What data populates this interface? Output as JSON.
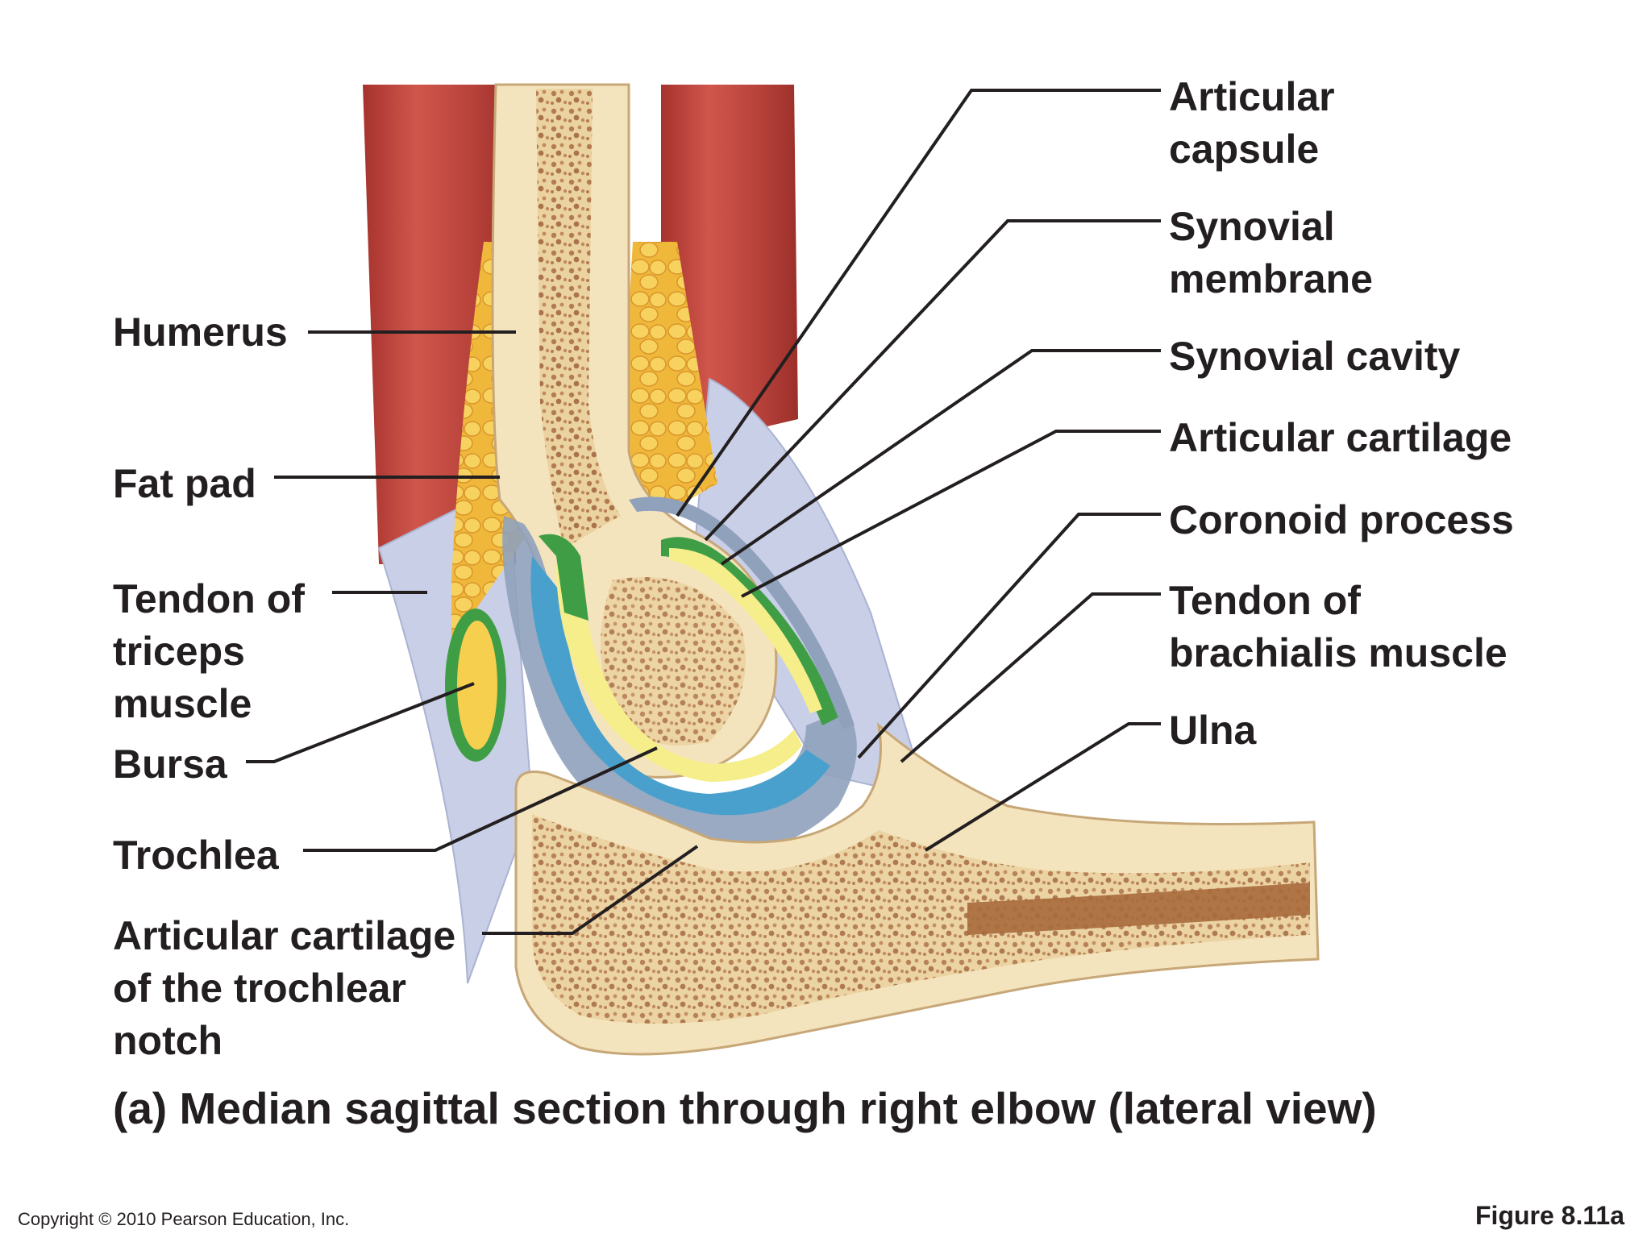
{
  "labels_left": {
    "humerus": "Humerus",
    "fat_pad": "Fat pad",
    "tendon_triceps": [
      "Tendon of",
      "triceps",
      "muscle"
    ],
    "bursa": "Bursa",
    "trochlea": "Trochlea",
    "artic_cart_notch": [
      "Articular cartilage",
      "of the trochlear",
      "notch"
    ]
  },
  "labels_right": {
    "articular_capsule": [
      "Articular",
      "capsule"
    ],
    "synovial_membrane": [
      "Synovial",
      "membrane"
    ],
    "synovial_cavity": "Synovial cavity",
    "articular_cartilage": "Articular cartilage",
    "coronoid_process": "Coronoid process",
    "tendon_brachialis": [
      "Tendon of",
      "brachialis muscle"
    ],
    "ulna": "Ulna"
  },
  "caption": "(a) Median sagittal section through right elbow (lateral view)",
  "copyright": "Copyright © 2010 Pearson Education, Inc.",
  "figure_number": "Figure 8.11a",
  "colors": {
    "muscle": "#b8413a",
    "bone": "#f4e4bd",
    "spongy_bone": "#b27a4a",
    "fat": "#f4c64a",
    "ligament": "#c9cfe6",
    "capsule": "#8fa1bb",
    "cartilage_blue": "#4aa0cc",
    "synovial_green": "#3f9e45",
    "cavity_yellow": "#f5ee8a",
    "leader": "#231f20"
  }
}
